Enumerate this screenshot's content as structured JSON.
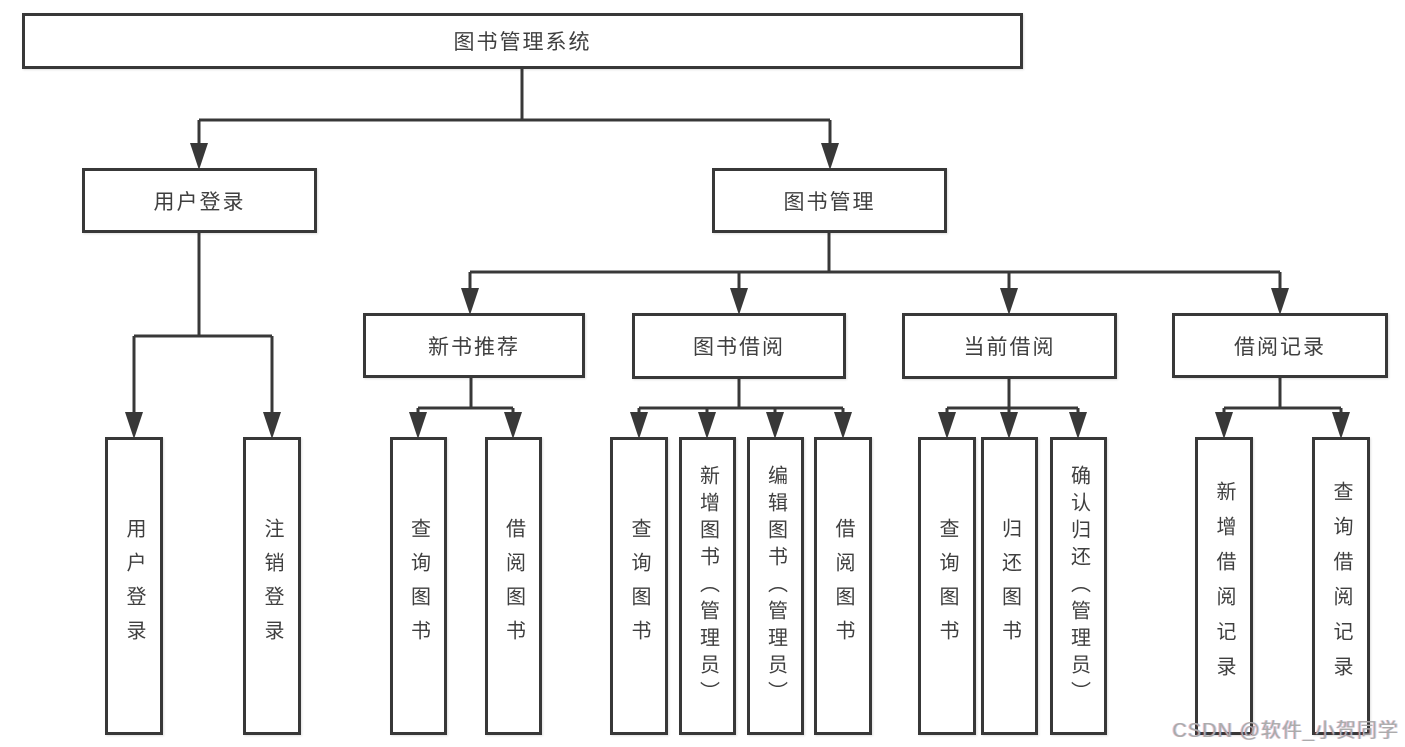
{
  "root": {
    "label": "图书管理系统"
  },
  "level2": [
    {
      "label": "用户登录"
    },
    {
      "label": "图书管理"
    }
  ],
  "level3": [
    {
      "parent": "图书管理",
      "label": "新书推荐"
    },
    {
      "parent": "图书管理",
      "label": "图书借阅"
    },
    {
      "parent": "图书管理",
      "label": "当前借阅"
    },
    {
      "parent": "图书管理",
      "label": "借阅记录"
    }
  ],
  "leaves": [
    {
      "parent": "用户登录",
      "label": "用户登录"
    },
    {
      "parent": "用户登录",
      "label": "注销登录"
    },
    {
      "parent": "新书推荐",
      "label": "查询图书"
    },
    {
      "parent": "新书推荐",
      "label": "借阅图书"
    },
    {
      "parent": "图书借阅",
      "label": "查询图书"
    },
    {
      "parent": "图书借阅",
      "label": "新增图书（管理员）"
    },
    {
      "parent": "图书借阅",
      "label": "编辑图书（管理员）"
    },
    {
      "parent": "图书借阅",
      "label": "借阅图书"
    },
    {
      "parent": "当前借阅",
      "label": "查询图书"
    },
    {
      "parent": "当前借阅",
      "label": "归还图书"
    },
    {
      "parent": "当前借阅",
      "label": "确认归还（管理员）"
    },
    {
      "parent": "借阅记录",
      "label": "新增借阅记录"
    },
    {
      "parent": "借阅记录",
      "label": "查询借阅记录"
    }
  ],
  "watermark": {
    "text": "CSDN @软件_小贺同学"
  },
  "colors": {
    "line": "#383838",
    "box_border": "#383838",
    "box_fill": "#ffffff",
    "text": "#3f3f3f",
    "watermark": "#ababab",
    "background": "#ffffff"
  }
}
